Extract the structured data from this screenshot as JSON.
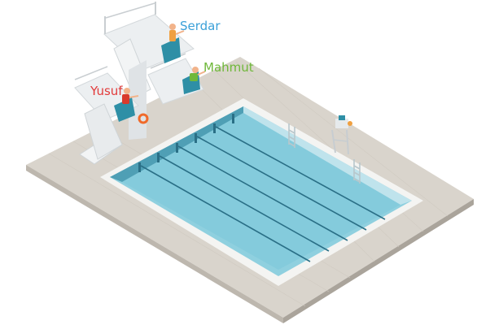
{
  "divers": [
    {
      "name": "Serdar",
      "color": "#3aa0d8",
      "shirt": "#f0a040"
    },
    {
      "name": "Mahmut",
      "color": "#6fb83a",
      "shirt": "#f0a040"
    },
    {
      "name": "Yusuf",
      "color": "#e23b3b",
      "shirt": "#d93a2c"
    }
  ],
  "colors": {
    "deck_top": "#d9d4cc",
    "deck_side_left": "#bdb7ae",
    "deck_side_right": "#aaa49b",
    "coping": "#f4f4f2",
    "water": "#8fd0df",
    "water_deep": "#5fb3c9",
    "wall_back": "#bfe3ec",
    "lane_line": "#2a6f86",
    "tower": "#eceff1",
    "board": "#2e8fa6"
  },
  "icons": [
    "lifeguard-chair-icon",
    "life-ring-icon",
    "pool-ladder-icon"
  ]
}
